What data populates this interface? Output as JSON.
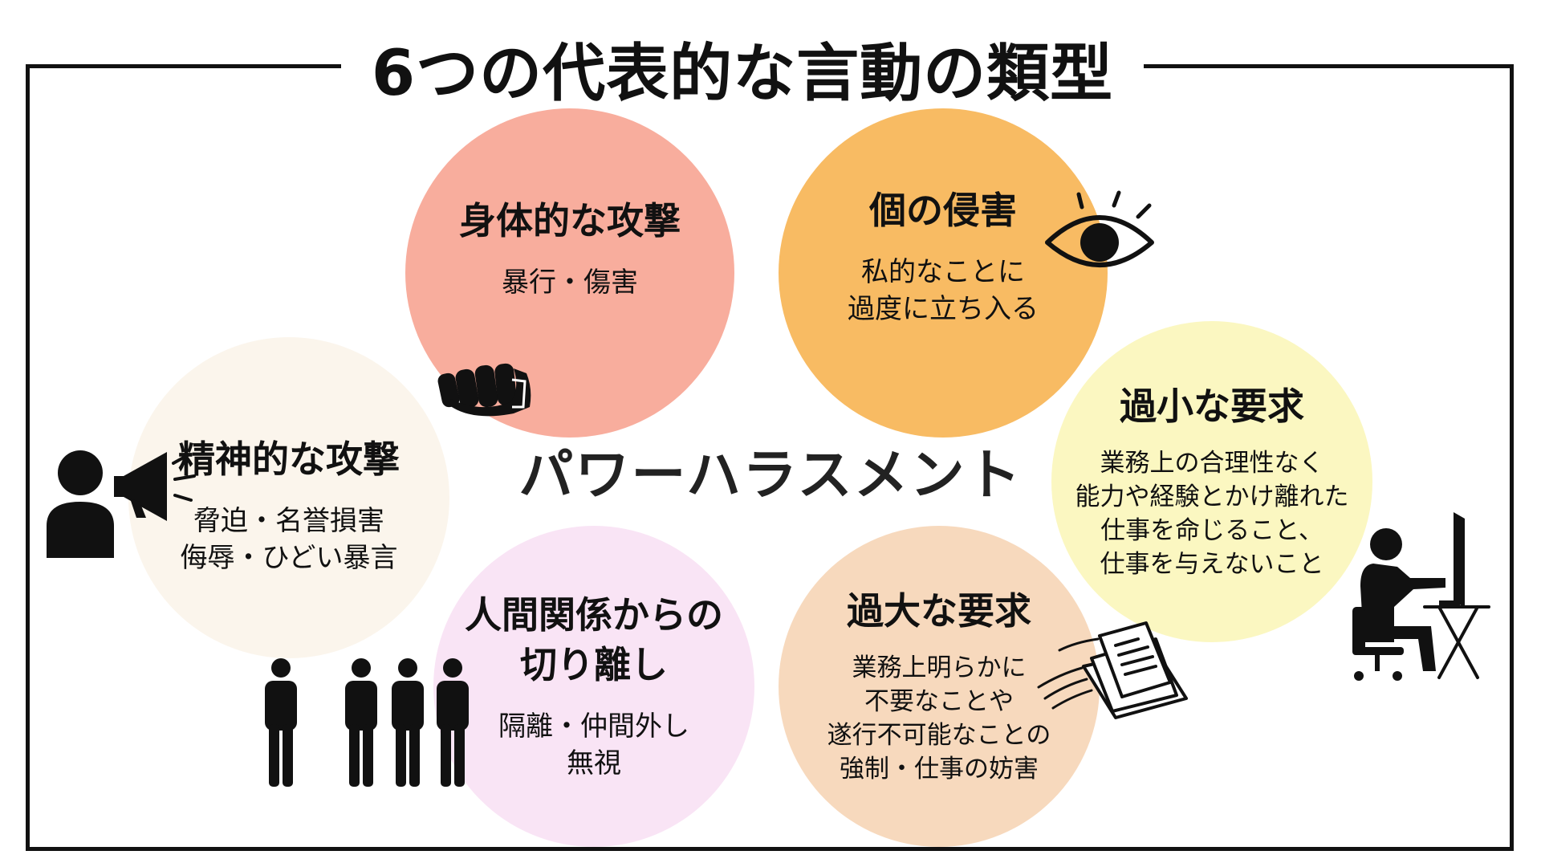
{
  "title": "6つの代表的な言動の類型",
  "center": "パワーハラスメント",
  "colors": {
    "physical": "#f8ad9d",
    "privacy": "#f8bb63",
    "mental": "#fbf5ec",
    "isolation": "#f9e4f5",
    "excessive": "#f7d9bd",
    "insufficient": "#fbf7c1",
    "ink": "#111111"
  },
  "categories": {
    "physical": {
      "heading": "身体的な攻撃",
      "body": [
        "暴行・傷害"
      ],
      "icon": "fist-icon"
    },
    "privacy": {
      "heading": "個の侵害",
      "body": [
        "私的なことに",
        "過度に立ち入る"
      ],
      "icon": "eye-icon"
    },
    "mental": {
      "heading": "精神的な攻撃",
      "body": [
        "脅迫・名誉損害",
        "侮辱・ひどい暴言"
      ],
      "icon": "megaphone-person-icon"
    },
    "isolation": {
      "heading": [
        "人間関係からの",
        "切り離し"
      ],
      "body": [
        "隔離・仲間外し",
        "無視"
      ],
      "icon": "isolated-person-icon"
    },
    "excessive": {
      "heading": "過大な要求",
      "body": [
        "業務上明らかに",
        "不要なことや",
        "遂行不可能なことの",
        "強制・仕事の妨害"
      ],
      "icon": "papers-icon"
    },
    "insufficient": {
      "heading": "過小な要求",
      "body": [
        "業務上の合理性なく",
        "能力や経験とかけ離れた",
        "仕事を命じること、",
        "仕事を与えないこと"
      ],
      "icon": "desk-worker-icon"
    }
  }
}
